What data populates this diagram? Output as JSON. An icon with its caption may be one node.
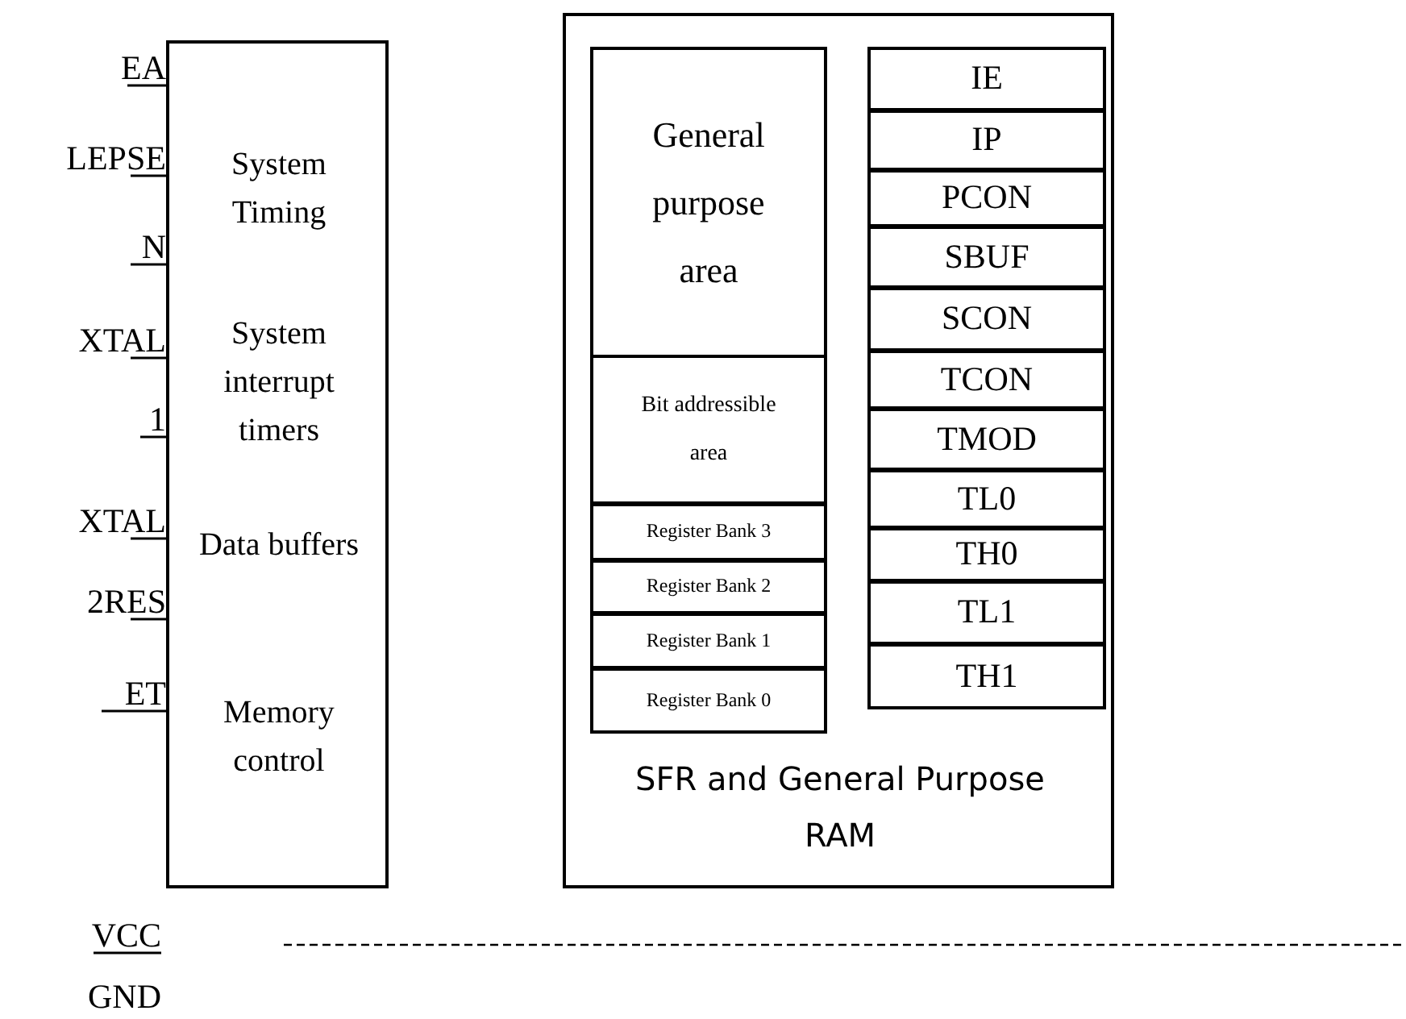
{
  "diagram": {
    "nodes": [
      {
        "text": [
          "System Timing",
          "System interrupt timers",
          "Data buffers",
          "Memory control"
        ]
      },
      {
        "text": [
          "SFR and General Purpose RAM"
        ]
      },
      {
        "text": [
          "General purpose area"
        ],
        "in": 1
      },
      {
        "text": [
          "Bit addressible area"
        ],
        "in": 1
      },
      {
        "text": [
          "Register Bank 3"
        ],
        "in": 1
      },
      {
        "text": [
          "Register Bank 2"
        ],
        "in": 1
      },
      {
        "text": [
          "Register Bank 1"
        ],
        "in": 1
      },
      {
        "text": [
          "Register Bank 0"
        ],
        "in": 1
      },
      {
        "text": [
          "IE"
        ],
        "in": 1
      },
      {
        "text": [
          "IP"
        ],
        "in": 1
      },
      {
        "text": [
          "PCON"
        ],
        "in": 1
      },
      {
        "text": [
          "SBUF"
        ],
        "in": 1
      },
      {
        "text": [
          "SCON"
        ],
        "in": 1
      },
      {
        "text": [
          "TCON"
        ],
        "in": 1
      },
      {
        "text": [
          "TMOD"
        ],
        "in": 1
      },
      {
        "text": [
          "TL0"
        ],
        "in": 1
      },
      {
        "text": [
          "TH0"
        ],
        "in": 1
      },
      {
        "text": [
          "TL1"
        ],
        "in": 1
      },
      {
        "text": [
          "TH1"
        ],
        "in": 1
      }
    ],
    "labels": [
      "EA",
      "LEPSE",
      "N",
      "XTAL",
      "1",
      "XTAL",
      "2RES",
      "ET",
      "VCC",
      "GND"
    ]
  }
}
